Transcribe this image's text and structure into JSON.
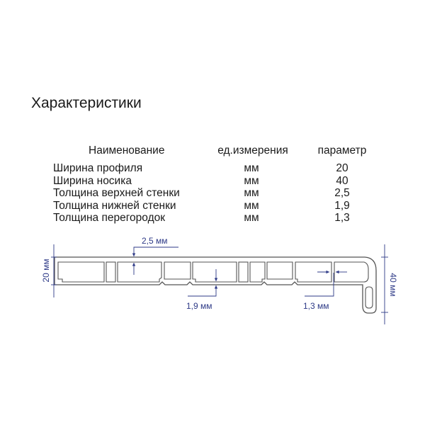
{
  "title": "Характеристики",
  "table": {
    "headers": [
      "Наименование",
      "ед.измерения",
      "параметр"
    ],
    "rows": [
      {
        "name": "Ширина профиля",
        "unit": "мм",
        "value": "20"
      },
      {
        "name": "Ширина носика",
        "unit": "мм",
        "value": "40"
      },
      {
        "name": "Толщина верхней стенки",
        "unit": "мм",
        "value": "2,5"
      },
      {
        "name": "Толщина нижней стенки",
        "unit": "мм",
        "value": "1,9"
      },
      {
        "name": "Толщина перегородок",
        "unit": "мм",
        "value": "1,3"
      }
    ]
  },
  "drawing": {
    "dims": {
      "height": "20 мм",
      "nose": "40 мм",
      "top_wall": "2,5 мм",
      "bottom_wall": "1,9 мм",
      "partition": "1,3 мм"
    },
    "line_color": "#555555",
    "dim_color": "#2e3a87"
  }
}
